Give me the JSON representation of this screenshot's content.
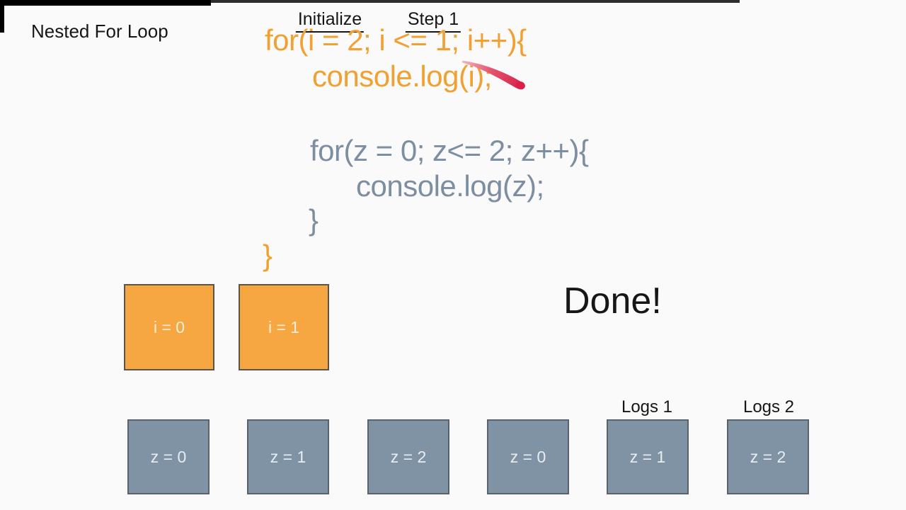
{
  "colors": {
    "background": "#fbfafb",
    "text_black": "#161616",
    "code_orange": "#f0a132",
    "code_gray": "#7d8ea0",
    "box_orange_fill": "#f6a742",
    "box_orange_border": "#5a544a",
    "box_orange_text": "#f9efda",
    "box_gray_fill": "#7f93a4",
    "box_gray_border": "#5a626b",
    "box_gray_text": "#e8edf2",
    "marker_red_start": "#f2b0bd",
    "marker_red_mid": "#e4566e",
    "marker_red_end": "#d92049",
    "letterbox_black": "#000000"
  },
  "title": "Nested For Loop",
  "annotations": {
    "initialize": "Initialize",
    "step": "Step 1"
  },
  "code": {
    "outer_open": "for(i = 2; i <= 1; i++){",
    "outer_log": "console.log(i);",
    "inner_open": "for(z = 0; z<= 2; z++){",
    "inner_log": "console.log(z);",
    "inner_close": "}",
    "outer_close": "}"
  },
  "status": {
    "done": "Done!"
  },
  "i_boxes": [
    {
      "label": "i = 0"
    },
    {
      "label": "i = 1"
    }
  ],
  "z_boxes": [
    {
      "label": "z = 0",
      "tag": ""
    },
    {
      "label": "z = 1",
      "tag": ""
    },
    {
      "label": "z = 2",
      "tag": ""
    },
    {
      "label": "z = 0",
      "tag": ""
    },
    {
      "label": "z = 1",
      "tag": "Logs 1"
    },
    {
      "label": "z = 2",
      "tag": "Logs 2"
    }
  ],
  "icons": {
    "marker": "red-pen-stroke"
  }
}
